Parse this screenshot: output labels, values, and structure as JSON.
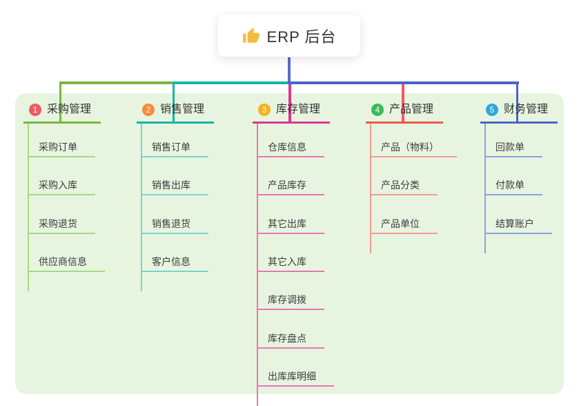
{
  "root": {
    "title": "ERP 后台",
    "icon": "thumbs-up-icon",
    "icon_color": "#f4bc3f"
  },
  "canvas": {
    "panel_background": "#e7f5e0"
  },
  "connectors": {
    "root_line_color": "#5b6bcb",
    "left_segment_color": "#7ab73e",
    "mid_segment_color": "#14b5a6",
    "right_segment_color": "#4a63c8"
  },
  "branches": [
    {
      "badge": "1",
      "label": "采购管理",
      "badge_color": "#ed5a62",
      "line_color": "#7ab73e",
      "child_line_color": "#a9d687",
      "drop_color": "#7ab73e",
      "children": [
        "采购订单",
        "采购入库",
        "采购退货",
        "供应商信息"
      ]
    },
    {
      "badge": "2",
      "label": "销售管理",
      "badge_color": "#f8893e",
      "line_color": "#14b5a6",
      "child_line_color": "#78d4c9",
      "drop_color": "#14b5a6",
      "children": [
        "销售订单",
        "销售出库",
        "销售退货",
        "客户信息"
      ]
    },
    {
      "badge": "3",
      "label": "库存管理",
      "badge_color": "#f7b01e",
      "line_color": "#d8378f",
      "child_line_color": "#ee72b4",
      "drop_color": "#d8378f",
      "children": [
        "仓库信息",
        "产品库存",
        "其它出库",
        "其它入库",
        "库存调拨",
        "库存盘点",
        "出库库明细"
      ]
    },
    {
      "badge": "4",
      "label": "产品管理",
      "badge_color": "#3cba5a",
      "line_color": "#ef564f",
      "child_line_color": "#f49b94",
      "drop_color": "#ed5a65",
      "children": [
        "产品（物料）",
        "产品分类",
        "产品单位"
      ]
    },
    {
      "badge": "5",
      "label": "财务管理",
      "badge_color": "#2fa6dc",
      "line_color": "#4a63c8",
      "child_line_color": "#8aa0e0",
      "drop_color": "#4a63c8",
      "children": [
        "回款单",
        "付款单",
        "结算账户"
      ]
    }
  ]
}
